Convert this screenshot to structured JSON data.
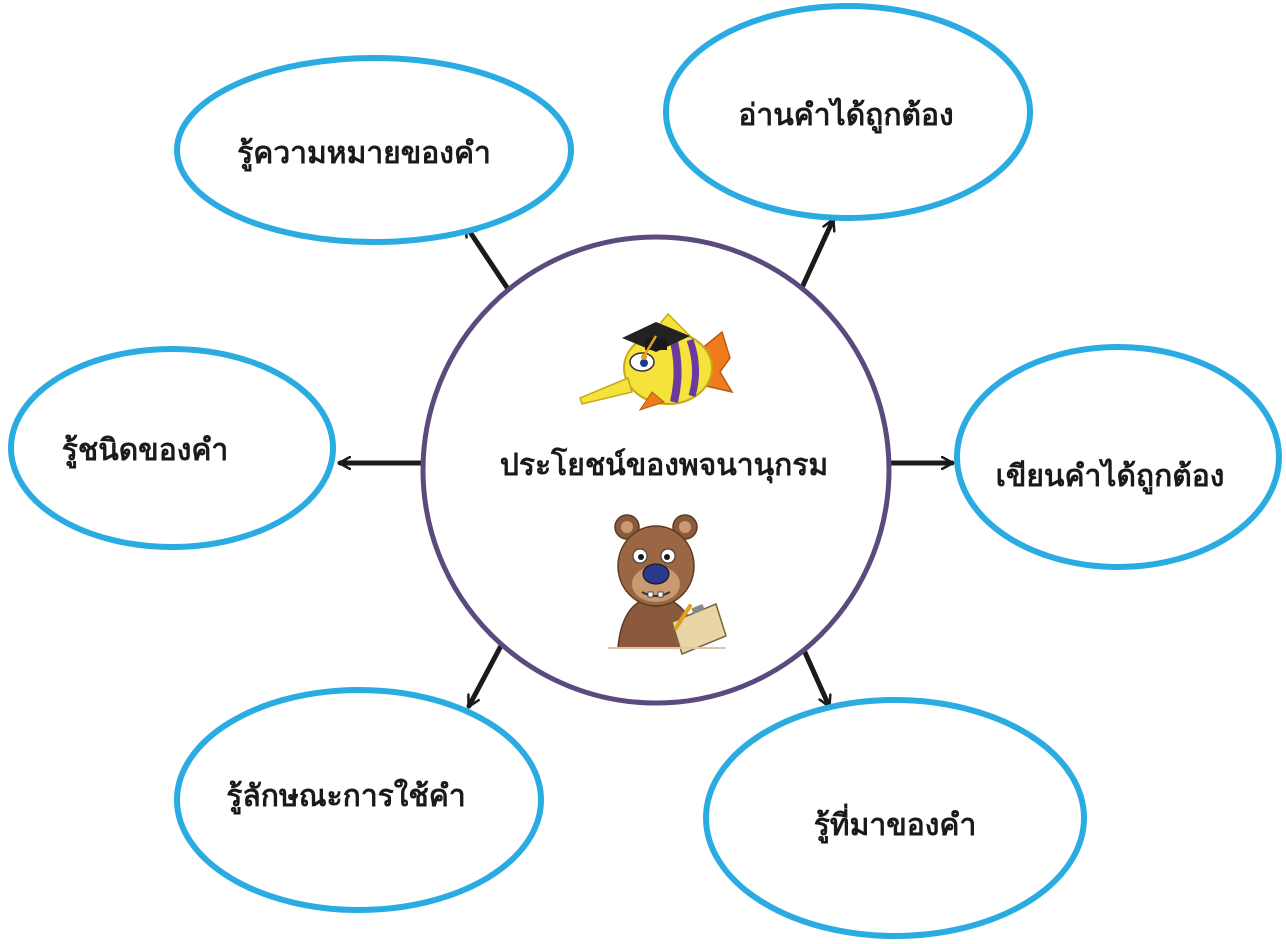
{
  "center": {
    "title": "ประโยชน์ของพจนานุกรม",
    "border_color": "#5b4a7e",
    "illustrations": [
      "graduate-fish-icon",
      "bear-with-clipboard-icon"
    ]
  },
  "nodes": [
    {
      "id": "meaning",
      "label": "รู้ความหมายของคำ"
    },
    {
      "id": "read",
      "label": "อ่านคำได้ถูกต้อง"
    },
    {
      "id": "type",
      "label": "รู้ชนิดของคำ"
    },
    {
      "id": "write",
      "label": "เขียนคำได้ถูกต้อง"
    },
    {
      "id": "usage",
      "label": "รู้ลักษณะการใช้คำ"
    },
    {
      "id": "origin",
      "label": "รู้ที่มาของคำ"
    }
  ],
  "style": {
    "ellipse_color": "#2aabe2",
    "arrow_color": "#1a1a1a"
  }
}
